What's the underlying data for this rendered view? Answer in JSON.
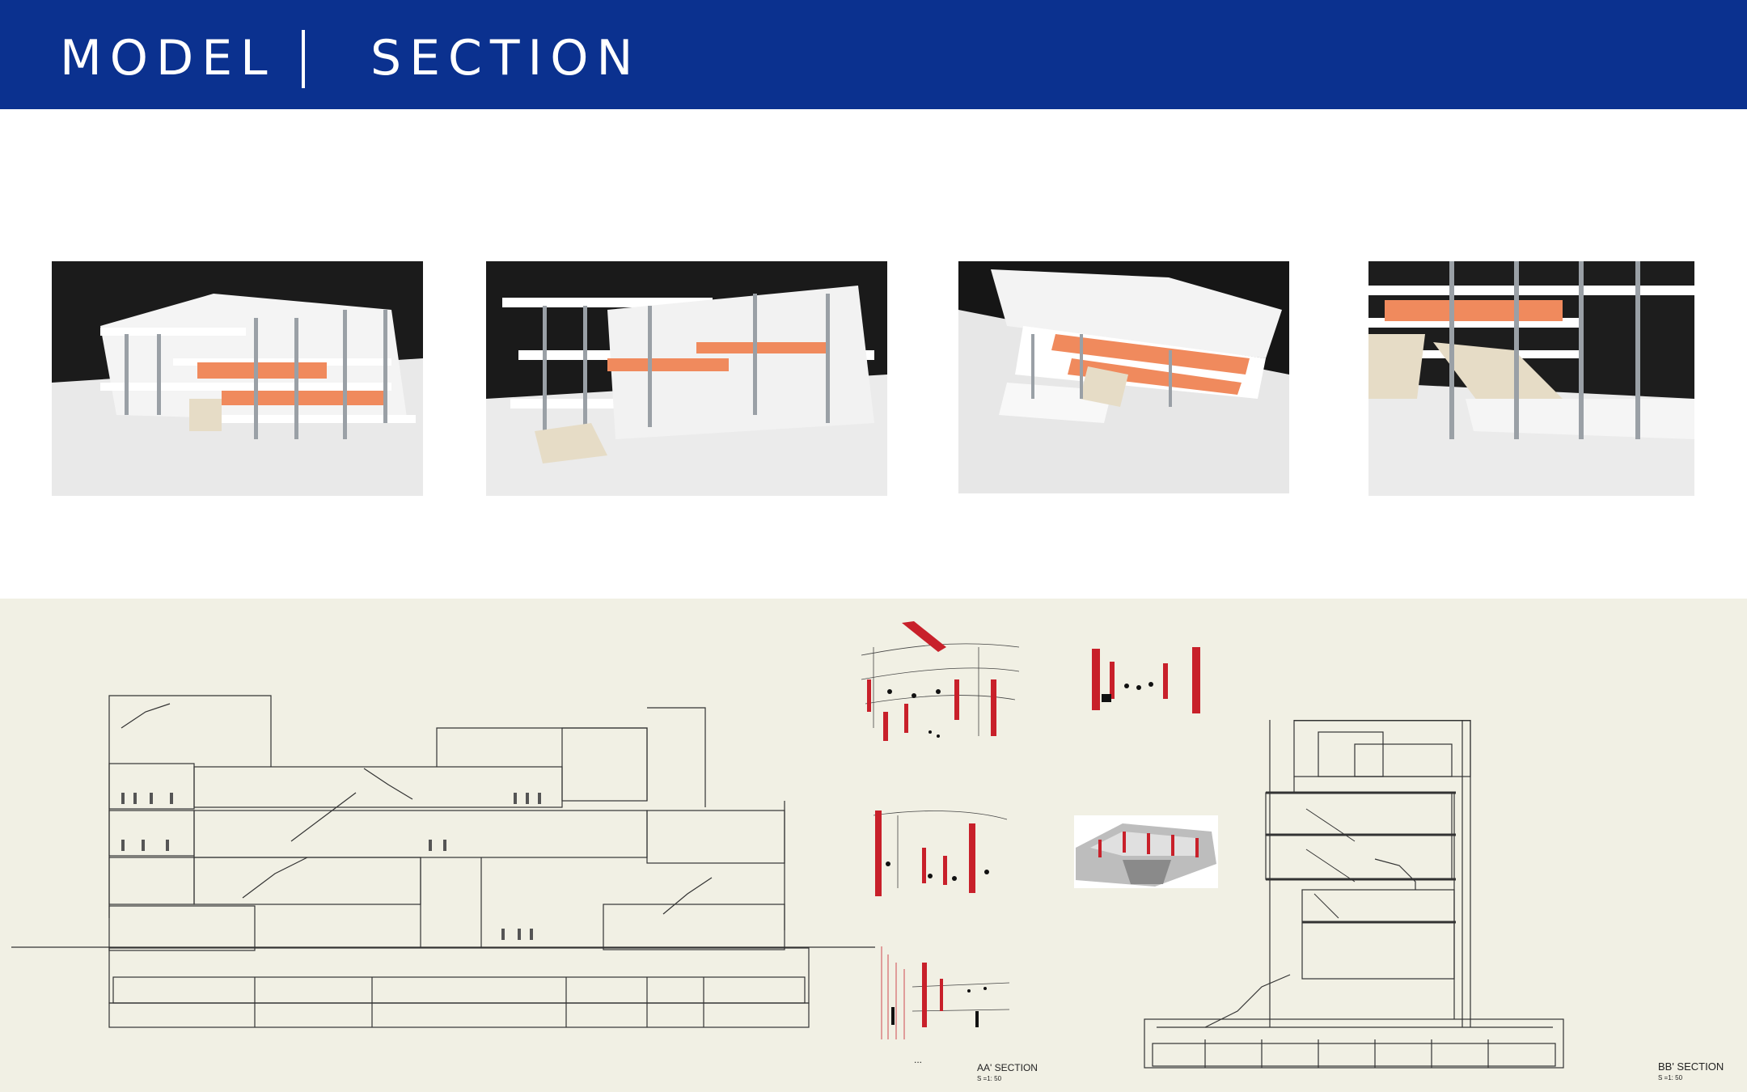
{
  "header": {
    "left_title": "MODEL",
    "right_title": "SECTION",
    "background": "#0b318f"
  },
  "model_photos": [
    {
      "name": "model-photo-front"
    },
    {
      "name": "model-photo-side"
    },
    {
      "name": "model-photo-aerial"
    },
    {
      "name": "model-photo-detail"
    }
  ],
  "sections": {
    "aa": {
      "label": "AA' SECTION",
      "scale": "S =1: 50"
    },
    "bb": {
      "label": "BB' SECTION",
      "scale": "S =1: 50"
    },
    "ellipsis": "..."
  },
  "colors": {
    "panel": "#f1f0e4",
    "accent_red": "#c8202a",
    "model_orange": "#f08a5d"
  }
}
